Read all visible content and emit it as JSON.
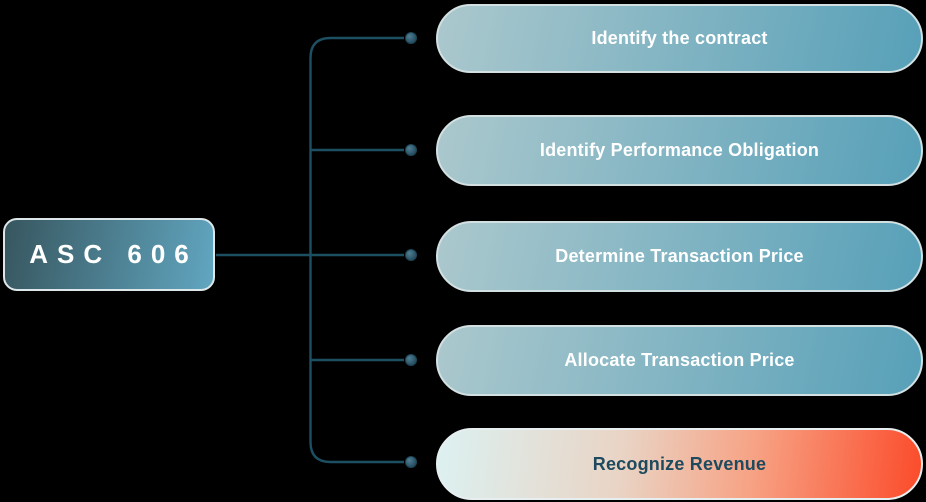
{
  "diagram": {
    "type": "flowchart",
    "root": {
      "label": "ASC 606"
    },
    "steps": [
      {
        "label": "Identify the contract",
        "variant": "teal"
      },
      {
        "label": "Identify Performance Obligation",
        "variant": "teal"
      },
      {
        "label": "Determine Transaction Price",
        "variant": "teal"
      },
      {
        "label": "Allocate Transaction Price",
        "variant": "teal"
      },
      {
        "label": "Recognize Revenue",
        "variant": "highlight"
      }
    ],
    "colors": {
      "background": "#000000",
      "connector_line": "#1d4f63",
      "dot_inner": "#4f7e93",
      "dot_outer": "#1f4556",
      "root_grad_start": "#37565f",
      "root_grad_end": "#61a6c0",
      "root_border": "#dde6e8",
      "step_grad_start": "#abc8cd",
      "step_grad_end": "#57a0b8",
      "step_border": "#d3e0e2",
      "step_text": "#ffffff",
      "hl_grad_0": "#dcf1f1",
      "hl_grad_1": "#e9d4c5",
      "hl_grad_2": "#f7a284",
      "hl_grad_3": "#fb4b2a",
      "hl_text": "#1d4a5e"
    }
  }
}
